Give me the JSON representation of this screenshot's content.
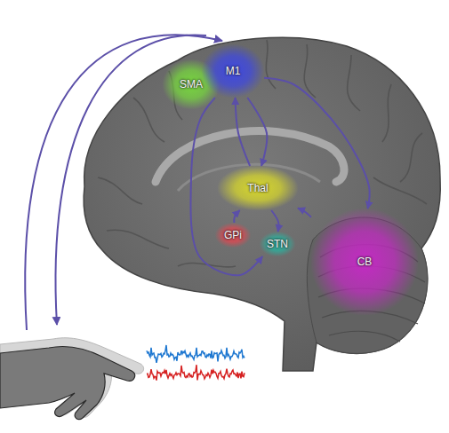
{
  "diagram": {
    "nodes": [
      {
        "text": [
          "SMA"
        ]
      },
      {
        "text": [
          "M1"
        ]
      },
      {
        "text": [
          "Thal"
        ]
      },
      {
        "text": [
          "GPi"
        ]
      },
      {
        "text": [
          "STN"
        ]
      },
      {
        "text": [
          "CB"
        ]
      }
    ],
    "edges": [
      {
        "from": 2,
        "to": 1,
        "arrow": "to"
      },
      {
        "from": 1,
        "to": 2,
        "arrow": "to"
      },
      {
        "from": 1,
        "to": 4,
        "arrow": "to"
      },
      {
        "from": 1,
        "to": 5,
        "arrow": "to"
      },
      {
        "from": 5,
        "to": 2,
        "arrow": "to"
      },
      {
        "from": 2,
        "to": 4,
        "arrow": "to"
      },
      {
        "from": 3,
        "to": 2,
        "arrow": "to"
      }
    ]
  }
}
